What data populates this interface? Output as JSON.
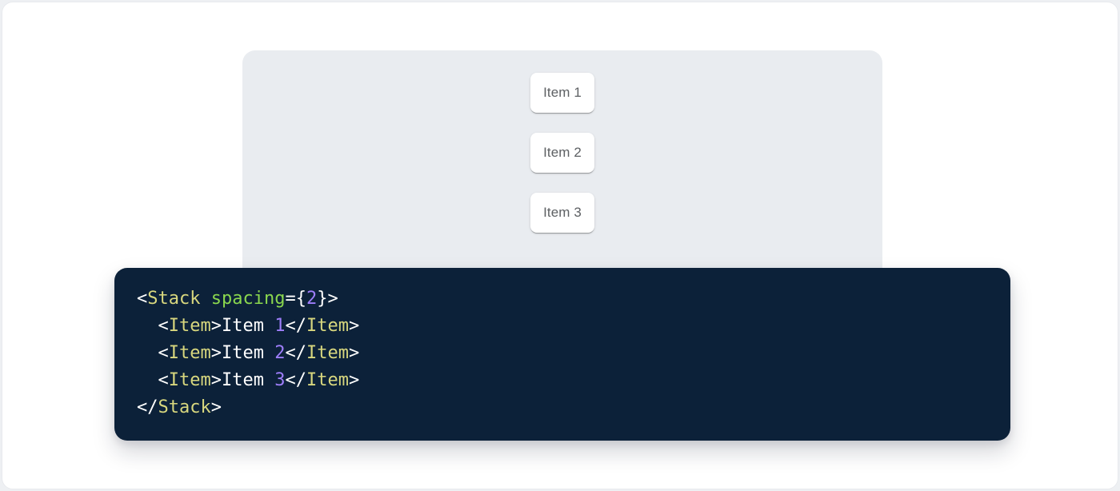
{
  "page": {
    "background": "#eef0f3",
    "surface_background": "#ffffff",
    "surface_border": "#e8eaee"
  },
  "demo": {
    "panel_background": "#e9ecf0",
    "item_text_color": "#5d6063",
    "items": [
      {
        "label": "Item 1"
      },
      {
        "label": "Item 2"
      },
      {
        "label": "Item 3"
      }
    ]
  },
  "code": {
    "background": "#0c2139",
    "palette": {
      "punctuation": "#ffffff",
      "tag": "#d8d77e",
      "attr_name": "#8ad74e",
      "number": "#9e7efa",
      "plain": "#ffffff"
    },
    "lines": [
      {
        "tokens": [
          {
            "t": "<",
            "c": "punctuation"
          },
          {
            "t": "Stack",
            "c": "tag"
          },
          {
            "t": " ",
            "c": "plain"
          },
          {
            "t": "spacing",
            "c": "attr_name"
          },
          {
            "t": "={",
            "c": "punctuation"
          },
          {
            "t": "2",
            "c": "number"
          },
          {
            "t": "}>",
            "c": "punctuation"
          }
        ]
      },
      {
        "tokens": [
          {
            "t": "  ",
            "c": "plain"
          },
          {
            "t": "<",
            "c": "punctuation"
          },
          {
            "t": "Item",
            "c": "tag"
          },
          {
            "t": ">",
            "c": "punctuation"
          },
          {
            "t": "Item ",
            "c": "plain"
          },
          {
            "t": "1",
            "c": "number"
          },
          {
            "t": "</",
            "c": "punctuation"
          },
          {
            "t": "Item",
            "c": "tag"
          },
          {
            "t": ">",
            "c": "punctuation"
          }
        ]
      },
      {
        "tokens": [
          {
            "t": "  ",
            "c": "plain"
          },
          {
            "t": "<",
            "c": "punctuation"
          },
          {
            "t": "Item",
            "c": "tag"
          },
          {
            "t": ">",
            "c": "punctuation"
          },
          {
            "t": "Item ",
            "c": "plain"
          },
          {
            "t": "2",
            "c": "number"
          },
          {
            "t": "</",
            "c": "punctuation"
          },
          {
            "t": "Item",
            "c": "tag"
          },
          {
            "t": ">",
            "c": "punctuation"
          }
        ]
      },
      {
        "tokens": [
          {
            "t": "  ",
            "c": "plain"
          },
          {
            "t": "<",
            "c": "punctuation"
          },
          {
            "t": "Item",
            "c": "tag"
          },
          {
            "t": ">",
            "c": "punctuation"
          },
          {
            "t": "Item ",
            "c": "plain"
          },
          {
            "t": "3",
            "c": "number"
          },
          {
            "t": "</",
            "c": "punctuation"
          },
          {
            "t": "Item",
            "c": "tag"
          },
          {
            "t": ">",
            "c": "punctuation"
          }
        ]
      },
      {
        "tokens": [
          {
            "t": "</",
            "c": "punctuation"
          },
          {
            "t": "Stack",
            "c": "tag"
          },
          {
            "t": ">",
            "c": "punctuation"
          }
        ]
      }
    ]
  }
}
